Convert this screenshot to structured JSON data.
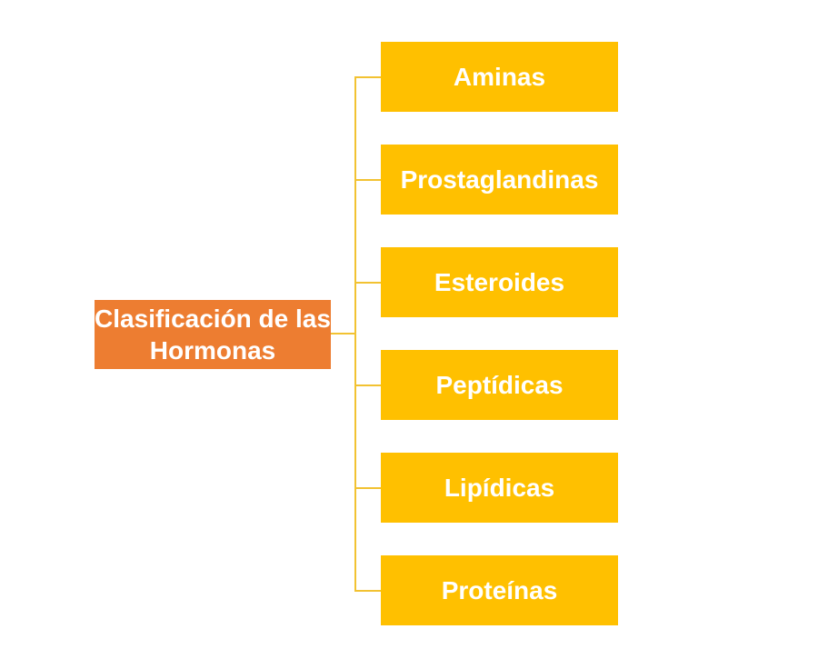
{
  "root": {
    "label": "Clasificación de las Hormonas",
    "color": "#ED7D31"
  },
  "children_color": "#FFC000",
  "children": [
    {
      "label": "Aminas"
    },
    {
      "label": "Prostaglandinas"
    },
    {
      "label": "Esteroides"
    },
    {
      "label": "Peptídicas"
    },
    {
      "label": "Lipídicas"
    },
    {
      "label": "Proteínas"
    }
  ]
}
